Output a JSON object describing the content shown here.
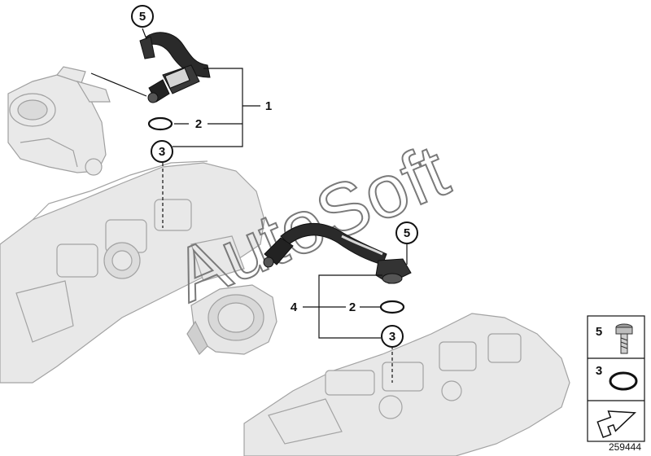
{
  "callouts": {
    "c5_top": "5",
    "c1": "1",
    "c2_top": "2",
    "c3_top": "3",
    "c5_mid": "5",
    "c4": "4",
    "c2_mid": "2",
    "c3_mid": "3"
  },
  "legend": {
    "item_bolt": "5",
    "item_ring": "3"
  },
  "watermark_text": "AutoSoft",
  "doc_number": "259444",
  "colors": {
    "part_fill": "#e6e6e6",
    "part_stroke": "#9a9a9a",
    "hose": "#1e1e1e",
    "line": "#111111"
  }
}
